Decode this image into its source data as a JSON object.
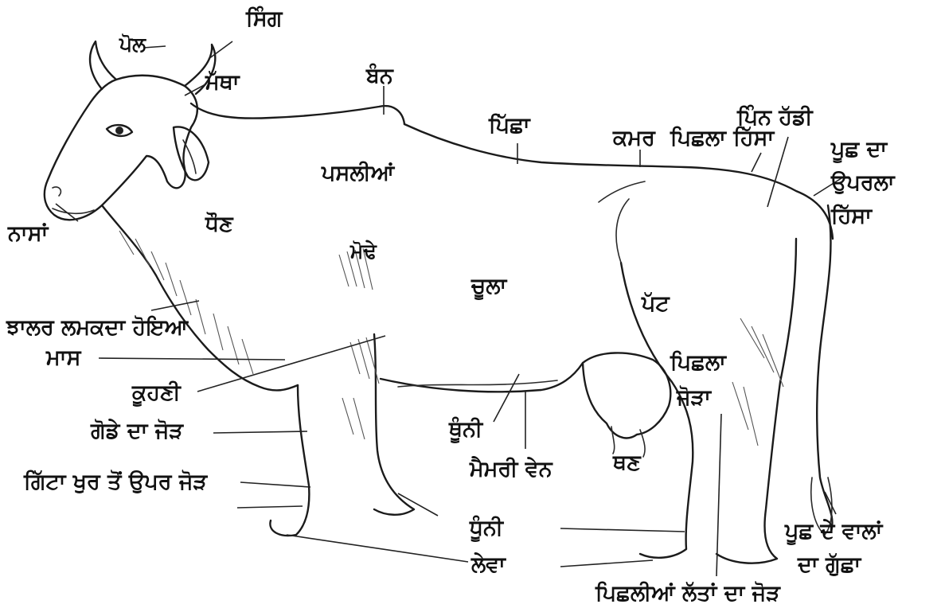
{
  "labels": {
    "sing": "ਸਿੰਗ",
    "pol": "ਪੋਲ",
    "mattha": "ਮੱਥਾ",
    "bann": "ਬੰਨ",
    "pichha": "ਪਿੱਛਾ",
    "kamar": "ਕਮਰ",
    "pichhla_hissa": "ਪਿਛਲਾ ਹਿੱਸਾ",
    "pinn_haddi": "ਪਿੰਨ ਹੱਡੀ",
    "poochh_da_uparla_line1": "ਪੂਛ ਦਾ",
    "poochh_da_uparla_line2": "ਉਪਰਲਾ",
    "poochh_da_uparla_line3": "ਹਿੱਸਾ",
    "pasliyan": "ਪਸਲੀਆਂ",
    "nasan": "ਨਾਸਾਂ",
    "dhaun": "ਧੌਣ",
    "modhe": "ਮੋਢੇ",
    "choola": "ਚੂਲਾ",
    "patt": "ਪੱਟ",
    "jhalar_line1": "ਝਾਲਰ ਲਮਕਦਾ ਹੋਇਆ",
    "jhalar_line2": "ਮਾਸ",
    "koohni": "ਕੂਹਣੀ",
    "pichhla_jorh_line1": "ਪਿਛਲਾ",
    "pichhla_jorh_line2": "ਜੋੜਾ",
    "godde_da_jorh": "ਗੋਡੇ ਦਾ ਜੋੜ",
    "thoonni": "ਥੂੰਨੀ",
    "maimri_vein": "ਮੈਮਰੀ ਵੇਨ",
    "than": "ਥਣ",
    "gitta": "ਗਿੱਟਾ ਖੁਰ ਤੋਂ ਉਪਰ ਜੋੜ",
    "dhoonni": "ਧੂੰਨੀ",
    "leva": "ਲੇਵਾ",
    "poochh_vaal_line1": "ਪੂਛ ਦੇ ਵਾਲਾਂ",
    "poochh_vaal_line2": "ਦਾ ਗੁੱਛਾ",
    "pichhliyan_lattan": "ਪਿਛਲੀਆਂ ਲੱਤਾਂ ਦਾ ਜੋੜ"
  }
}
